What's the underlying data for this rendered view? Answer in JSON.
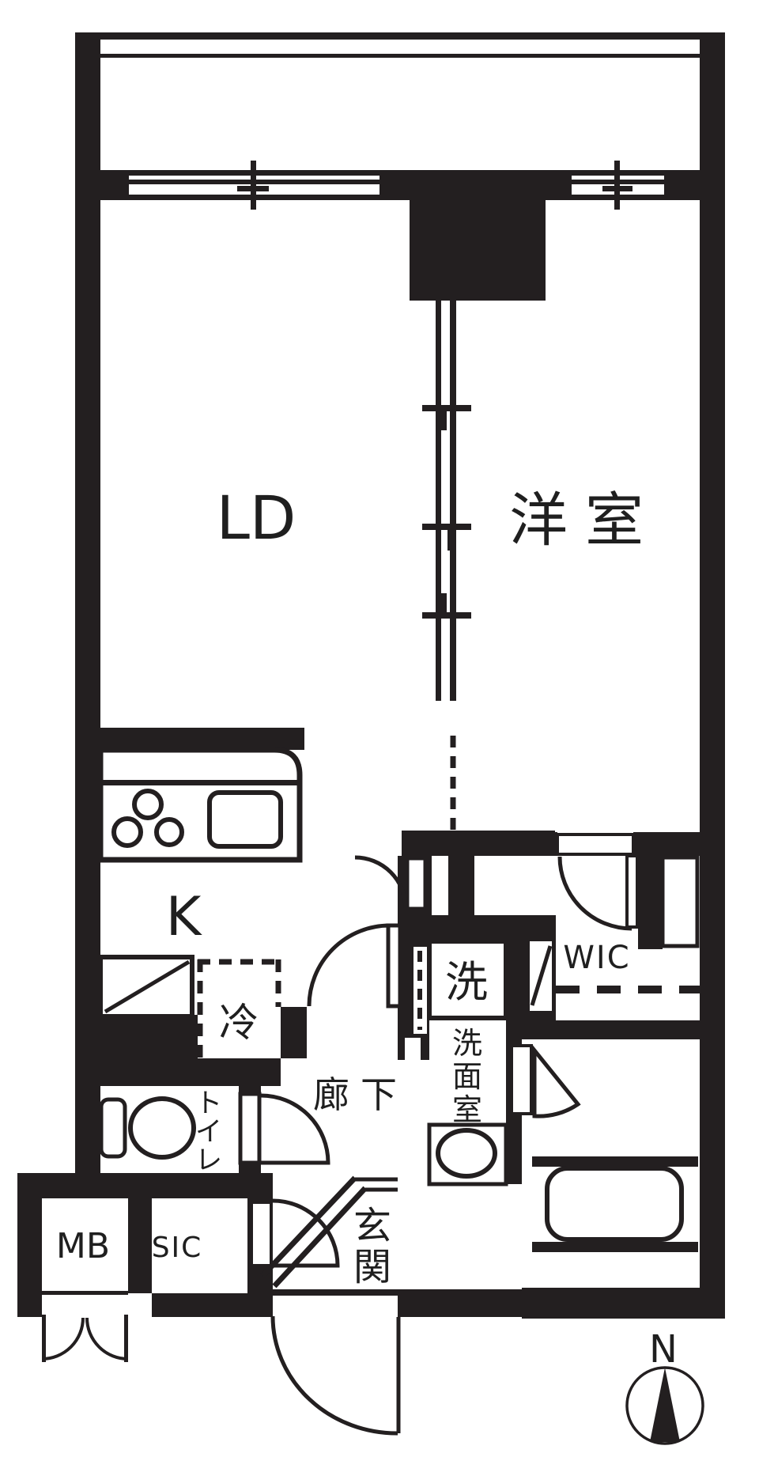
{
  "floorplan": {
    "labels": {
      "living_dining": "LD",
      "western_room": "洋室",
      "kitchen": "K",
      "refrigerator": "冷",
      "walk_in_closet": "WIC",
      "washing_machine": "洗",
      "washroom": "洗面室",
      "hallway": "廊下",
      "toilet": "トイレ",
      "entrance": "玄関",
      "meter_box": "MB",
      "shoe_closet": "SIC",
      "compass_north": "N"
    },
    "colors": {
      "wall": "#231f20",
      "background": "#ffffff",
      "text": "#1f1f1f"
    }
  }
}
